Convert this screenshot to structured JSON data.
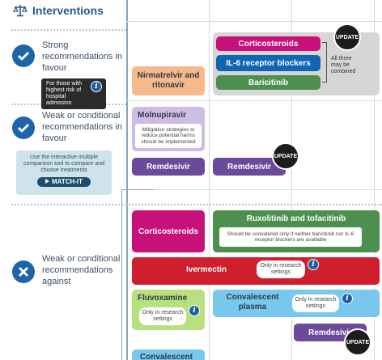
{
  "header": {
    "title": "Interventions",
    "icon": "scales-icon"
  },
  "recommendations": {
    "strong": "Strong recommendations in favour",
    "weak_favour": "Weak or conditional recommendations in favour",
    "against": "Weak or conditional recommendations against"
  },
  "hospital_note": "For those with highest risk of hospital admission",
  "match_box": {
    "text": "Use the interactive multiple comparison tool to compare and choose treatments",
    "button": "MATCH-IT"
  },
  "strong_group": {
    "items": [
      "Corticosteroids",
      "IL-6 receptor blockers",
      "Baricitinib"
    ],
    "note": "All three may be combined",
    "badge": "UPDATE"
  },
  "nirmatrelvir": "Nirmatrelvir and ritonavir",
  "molnupiravir": {
    "label": "Molnupiravir",
    "note": "Mitigation strategies to reduce potential harms should be implemented"
  },
  "remdesivir_1": "Remdesivir",
  "remdesivir_2": "Remdesivir",
  "remdesivir_badge": "UPDATE",
  "against": {
    "corticosteroids": "Corticosteroids",
    "ruxolitinib": {
      "label": "Ruxolitinib and tofacitinib",
      "note": "Should be considered only if neither baricitinib nor IL-6 receptor blockers are available"
    },
    "ivermectin": {
      "label": "Ivermectin",
      "note": "Only in research settings"
    },
    "fluvoxamine": {
      "label": "Fluvoxamine",
      "note": "Only in research settings"
    },
    "convalescent_plasma": {
      "label": "Convalescent plasma",
      "note": "Only in research settings"
    },
    "remdesivir": "Remdesivir",
    "badge": "UPDATE",
    "convalescent_bottom": "Convalescent"
  },
  "colors": {
    "magenta": "#c8107a",
    "blue": "#1166b3",
    "green": "#4c8f4e",
    "orange": "#f6b98b",
    "lavender": "#cdbde3",
    "purple": "#6b4a9c",
    "red": "#cf1f2e",
    "lime": "#b7e07e",
    "cyan": "#78c8ee"
  }
}
